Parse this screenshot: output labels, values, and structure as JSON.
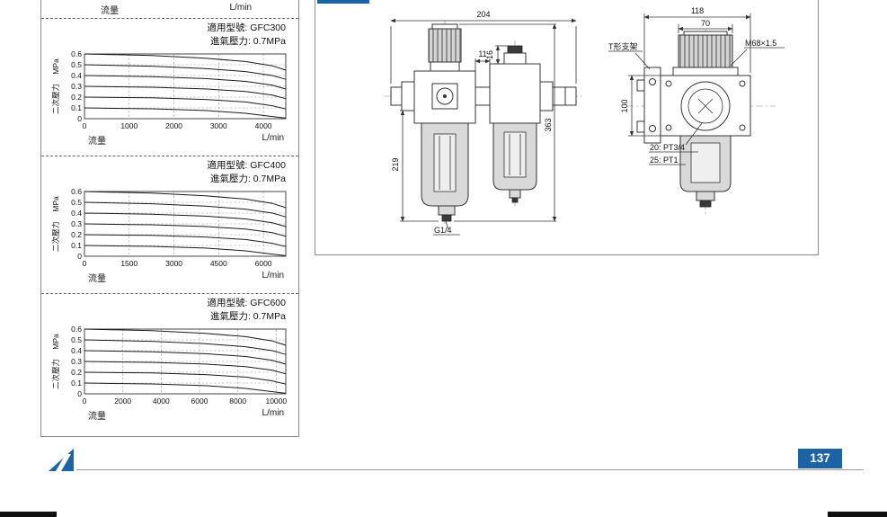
{
  "page": {
    "number": "137"
  },
  "charts_panel": {
    "top_remnant": {
      "xlabel": "流量",
      "unit": "L/min"
    }
  },
  "chart_data": [
    {
      "type": "line",
      "title": "適用型號: GFC300",
      "subtitle": "進氣壓力: 0.7MPa",
      "xlabel": "流量",
      "x_unit": "L/min",
      "ylabel": "二次壓力",
      "y_unit": "MPa",
      "xlim": [
        0,
        4500
      ],
      "ylim": [
        0,
        0.6
      ],
      "xticks": [
        0,
        1000,
        2000,
        3000,
        4000
      ],
      "yticks": [
        0,
        0.1,
        0.2,
        0.3,
        0.4,
        0.5,
        0.6
      ],
      "grid": true,
      "legend": false,
      "series": [
        {
          "name": "0.6",
          "points": [
            [
              0,
              0.6
            ],
            [
              1500,
              0.585
            ],
            [
              2700,
              0.56
            ],
            [
              3600,
              0.53
            ],
            [
              4200,
              0.49
            ],
            [
              4500,
              0.45
            ]
          ]
        },
        {
          "name": "0.5",
          "points": [
            [
              0,
              0.5
            ],
            [
              1500,
              0.487
            ],
            [
              2700,
              0.465
            ],
            [
              3600,
              0.437
            ],
            [
              4200,
              0.4
            ],
            [
              4500,
              0.365
            ]
          ]
        },
        {
          "name": "0.4",
          "points": [
            [
              0,
              0.4
            ],
            [
              1500,
              0.39
            ],
            [
              2700,
              0.372
            ],
            [
              3600,
              0.346
            ],
            [
              4200,
              0.31
            ],
            [
              4500,
              0.275
            ]
          ]
        },
        {
          "name": "0.3",
          "points": [
            [
              0,
              0.3
            ],
            [
              1500,
              0.292
            ],
            [
              2700,
              0.276
            ],
            [
              3600,
              0.252
            ],
            [
              4200,
              0.218
            ],
            [
              4500,
              0.185
            ]
          ]
        },
        {
          "name": "0.2",
          "points": [
            [
              0,
              0.2
            ],
            [
              1500,
              0.193
            ],
            [
              2700,
              0.178
            ],
            [
              3600,
              0.155
            ],
            [
              4200,
              0.12
            ],
            [
              4500,
              0.09
            ]
          ]
        },
        {
          "name": "0.1",
          "points": [
            [
              0,
              0.1
            ],
            [
              1500,
              0.092
            ],
            [
              2700,
              0.076
            ],
            [
              3600,
              0.05
            ],
            [
              4200,
              0.02
            ],
            [
              4500,
              0.005
            ]
          ]
        }
      ]
    },
    {
      "type": "line",
      "title": "適用型號: GFC400",
      "subtitle": "進氣壓力: 0.7MPa",
      "xlabel": "流量",
      "x_unit": "L/min",
      "ylabel": "二次壓力",
      "y_unit": "MPa",
      "xlim": [
        0,
        6750
      ],
      "ylim": [
        0,
        0.6
      ],
      "xticks": [
        0,
        1500,
        3000,
        4500,
        6000
      ],
      "yticks": [
        0,
        0.1,
        0.2,
        0.3,
        0.4,
        0.5,
        0.6
      ],
      "grid": true,
      "legend": false,
      "series": [
        {
          "name": "0.6",
          "points": [
            [
              0,
              0.6
            ],
            [
              2250,
              0.585
            ],
            [
              4050,
              0.56
            ],
            [
              5400,
              0.53
            ],
            [
              6300,
              0.49
            ],
            [
              6750,
              0.45
            ]
          ]
        },
        {
          "name": "0.5",
          "points": [
            [
              0,
              0.5
            ],
            [
              2250,
              0.487
            ],
            [
              4050,
              0.465
            ],
            [
              5400,
              0.437
            ],
            [
              6300,
              0.4
            ],
            [
              6750,
              0.365
            ]
          ]
        },
        {
          "name": "0.4",
          "points": [
            [
              0,
              0.4
            ],
            [
              2250,
              0.39
            ],
            [
              4050,
              0.372
            ],
            [
              5400,
              0.346
            ],
            [
              6300,
              0.31
            ],
            [
              6750,
              0.275
            ]
          ]
        },
        {
          "name": "0.3",
          "points": [
            [
              0,
              0.3
            ],
            [
              2250,
              0.292
            ],
            [
              4050,
              0.276
            ],
            [
              5400,
              0.252
            ],
            [
              6300,
              0.218
            ],
            [
              6750,
              0.185
            ]
          ]
        },
        {
          "name": "0.2",
          "points": [
            [
              0,
              0.2
            ],
            [
              2250,
              0.193
            ],
            [
              4050,
              0.178
            ],
            [
              5400,
              0.155
            ],
            [
              6300,
              0.12
            ],
            [
              6750,
              0.09
            ]
          ]
        },
        {
          "name": "0.1",
          "points": [
            [
              0,
              0.1
            ],
            [
              2250,
              0.092
            ],
            [
              4050,
              0.076
            ],
            [
              5400,
              0.05
            ],
            [
              6300,
              0.02
            ],
            [
              6750,
              0.005
            ]
          ]
        }
      ]
    },
    {
      "type": "line",
      "title": "適用型號: GFC600",
      "subtitle": "進氣壓力: 0.7MPa",
      "xlabel": "流量",
      "x_unit": "L/min",
      "ylabel": "二次壓力",
      "y_unit": "MPa",
      "xlim": [
        0,
        10500
      ],
      "ylim": [
        0,
        0.6
      ],
      "xticks": [
        0,
        2000,
        4000,
        6000,
        8000,
        10000
      ],
      "yticks": [
        0,
        0.1,
        0.2,
        0.3,
        0.4,
        0.5,
        0.6
      ],
      "grid": true,
      "legend": false,
      "series": [
        {
          "name": "0.6",
          "points": [
            [
              0,
              0.6
            ],
            [
              3500,
              0.585
            ],
            [
              6300,
              0.56
            ],
            [
              8400,
              0.53
            ],
            [
              9800,
              0.49
            ],
            [
              10500,
              0.45
            ]
          ]
        },
        {
          "name": "0.5",
          "points": [
            [
              0,
              0.5
            ],
            [
              3500,
              0.487
            ],
            [
              6300,
              0.465
            ],
            [
              8400,
              0.437
            ],
            [
              9800,
              0.4
            ],
            [
              10500,
              0.365
            ]
          ]
        },
        {
          "name": "0.4",
          "points": [
            [
              0,
              0.4
            ],
            [
              3500,
              0.39
            ],
            [
              6300,
              0.372
            ],
            [
              8400,
              0.346
            ],
            [
              9800,
              0.31
            ],
            [
              10500,
              0.275
            ]
          ]
        },
        {
          "name": "0.3",
          "points": [
            [
              0,
              0.3
            ],
            [
              3500,
              0.292
            ],
            [
              6300,
              0.276
            ],
            [
              8400,
              0.252
            ],
            [
              9800,
              0.218
            ],
            [
              10500,
              0.185
            ]
          ]
        },
        {
          "name": "0.2",
          "points": [
            [
              0,
              0.2
            ],
            [
              3500,
              0.193
            ],
            [
              6300,
              0.178
            ],
            [
              8400,
              0.155
            ],
            [
              9800,
              0.12
            ],
            [
              10500,
              0.09
            ]
          ]
        },
        {
          "name": "0.1",
          "points": [
            [
              0,
              0.1
            ],
            [
              3500,
              0.092
            ],
            [
              6300,
              0.076
            ],
            [
              8400,
              0.05
            ],
            [
              9800,
              0.02
            ],
            [
              10500,
              0.005
            ]
          ]
        }
      ]
    }
  ],
  "drawings": {
    "front_view": {
      "dim_width": "204",
      "dim_gap": "11",
      "dim_knob": "16",
      "dim_total_height": "363",
      "dim_bowl_height": "219",
      "port_label": "G1/4"
    },
    "side_view": {
      "dim_width": "118",
      "dim_knob_width": "70",
      "bracket_label": "T形支架",
      "thread_label": "M68×1.5",
      "dim_body_height": "100",
      "port_line1": "20: PT3/4",
      "port_line2": "25: PT1"
    }
  },
  "colors": {
    "accent_blue": "#1b63a5"
  }
}
